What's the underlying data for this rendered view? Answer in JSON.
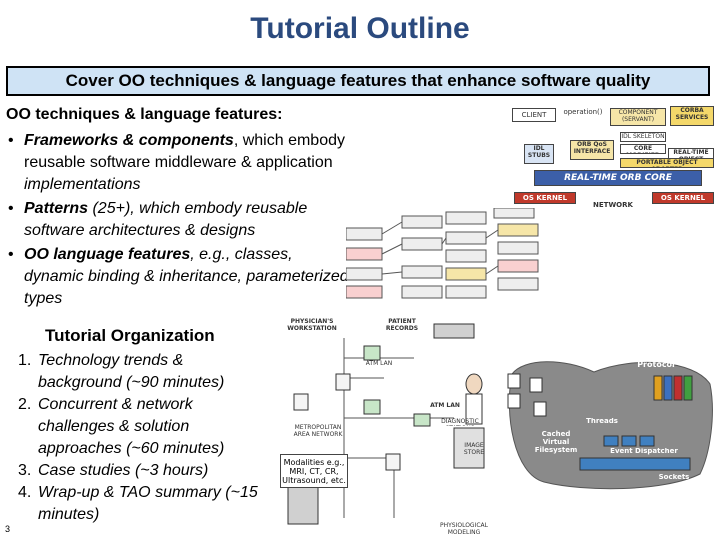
{
  "slide": {
    "title": "Tutorial Outline",
    "banner": "Cover OO techniques & language features that enhance software quality",
    "lead": "OO techniques & language features:",
    "bullets": [
      {
        "bold": "Frameworks & components",
        "rest": ", which embody reusable software middleware & application ",
        "italic": "implementations"
      },
      {
        "bold": "Patterns",
        "rest": " (25+), which embody reusable software architectures & designs",
        "italic": ""
      },
      {
        "bold": "OO language features",
        "rest": ", e.g., classes, dynamic binding & inheritance, parameterized types",
        "italic": ""
      }
    ],
    "org_title": "Tutorial Organization",
    "org_items": [
      {
        "num": "1.",
        "text": "Technology trends & background (~90 minutes)"
      },
      {
        "num": "2.",
        "text": "Concurrent & network challenges & solution approaches (~60 minutes)"
      },
      {
        "num": "3.",
        "text": "Case studies (~3 hours)"
      },
      {
        "num": "4.",
        "text": "Wrap-up & TAO summary (~15 minutes)"
      }
    ],
    "slide_number": "3"
  },
  "corba_diagram": {
    "client": "CLIENT",
    "operation": "operation()",
    "component": "COMPONENT (SERVANT)",
    "corba_services": "CORBA SERVICES",
    "idl_stubs": "IDL STUBS",
    "orb_qos": "ORB QoS INTERFACE",
    "core_mods": "CORE MODIFIED",
    "skeleton": "IDL SKELETON",
    "realtime_adapter": "REAL-TIME OBJECT ADAPTER",
    "portable_adapter": "PORTABLE OBJECT ADAPTER",
    "orb_core": "REAL-TIME ORB CORE",
    "os_kernel_left": "OS KERNEL",
    "os_kernel_right": "OS KERNEL",
    "network": "NETWORK"
  },
  "medical_diagram": {
    "physician": "PHYSICIAN'S WORKSTATION",
    "patient": "PATIENT RECORDS",
    "atm_lan_1": "ATM LAN",
    "atm_lan_2": "ATM LAN",
    "metro": "METROPOLITAN AREA NETWORK",
    "diag_station": "DIAGNOSTIC STATIONS",
    "image_store": "IMAGE STORE",
    "modalities": "Modalities e.g., MRI, CT, CR, Ultrasound, etc.",
    "psych": "PHYSIOLOGICAL MODELING"
  },
  "server_diagram": {
    "protocol_handlers": "Protocol Handlers",
    "cached_fs": "Cached Virtual Filesystem",
    "threads": "Threads",
    "event_dispatcher": "Event Dispatcher",
    "sockets": "Sockets"
  },
  "colors": {
    "title": "#2b4a7e",
    "banner_bg": "#cfe3f5",
    "orb_blue": "#3c5fa8",
    "red": "#c0392b"
  }
}
